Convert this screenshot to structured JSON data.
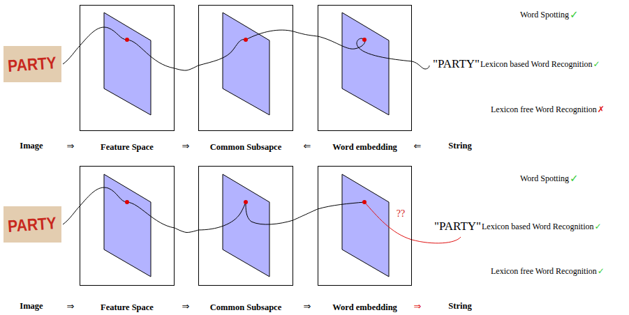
{
  "diagram": {
    "nodes": [
      {
        "text": [
          "Feature Space"
        ]
      },
      {
        "text": [
          "Common Subsapce"
        ]
      },
      {
        "text": [
          "Word embedding"
        ]
      },
      {
        "text": [
          "Feature Space"
        ]
      },
      {
        "text": [
          "Common Subsapce"
        ]
      },
      {
        "text": [
          "Word embedding"
        ]
      }
    ],
    "edges": [
      {
        "from": 0,
        "to": 1,
        "arrow": "none"
      },
      {
        "from": 1,
        "to": 2,
        "arrow": "none"
      },
      {
        "from": 3,
        "to": 4,
        "arrow": "none"
      },
      {
        "from": 4,
        "to": 5,
        "arrow": "none"
      }
    ],
    "labels": [
      "PARTY",
      "Word Spotting",
      "✓",
      "\"PARTY\"",
      "Lexicon based Word Recognition",
      "✓",
      "Lexicon free Word Recognition",
      "✗",
      "Image",
      "⇒",
      "⇒",
      "⇐",
      "⇐",
      "String",
      "PARTY",
      "Word Spotting",
      "✓",
      "??",
      "\"PARTY\"",
      "Lexicon based Word Recognition",
      "✓",
      "Lexicon free Word Recognition",
      "✓",
      "Image",
      "⇒",
      "⇒",
      "⇒",
      "⇒",
      "String"
    ]
  }
}
